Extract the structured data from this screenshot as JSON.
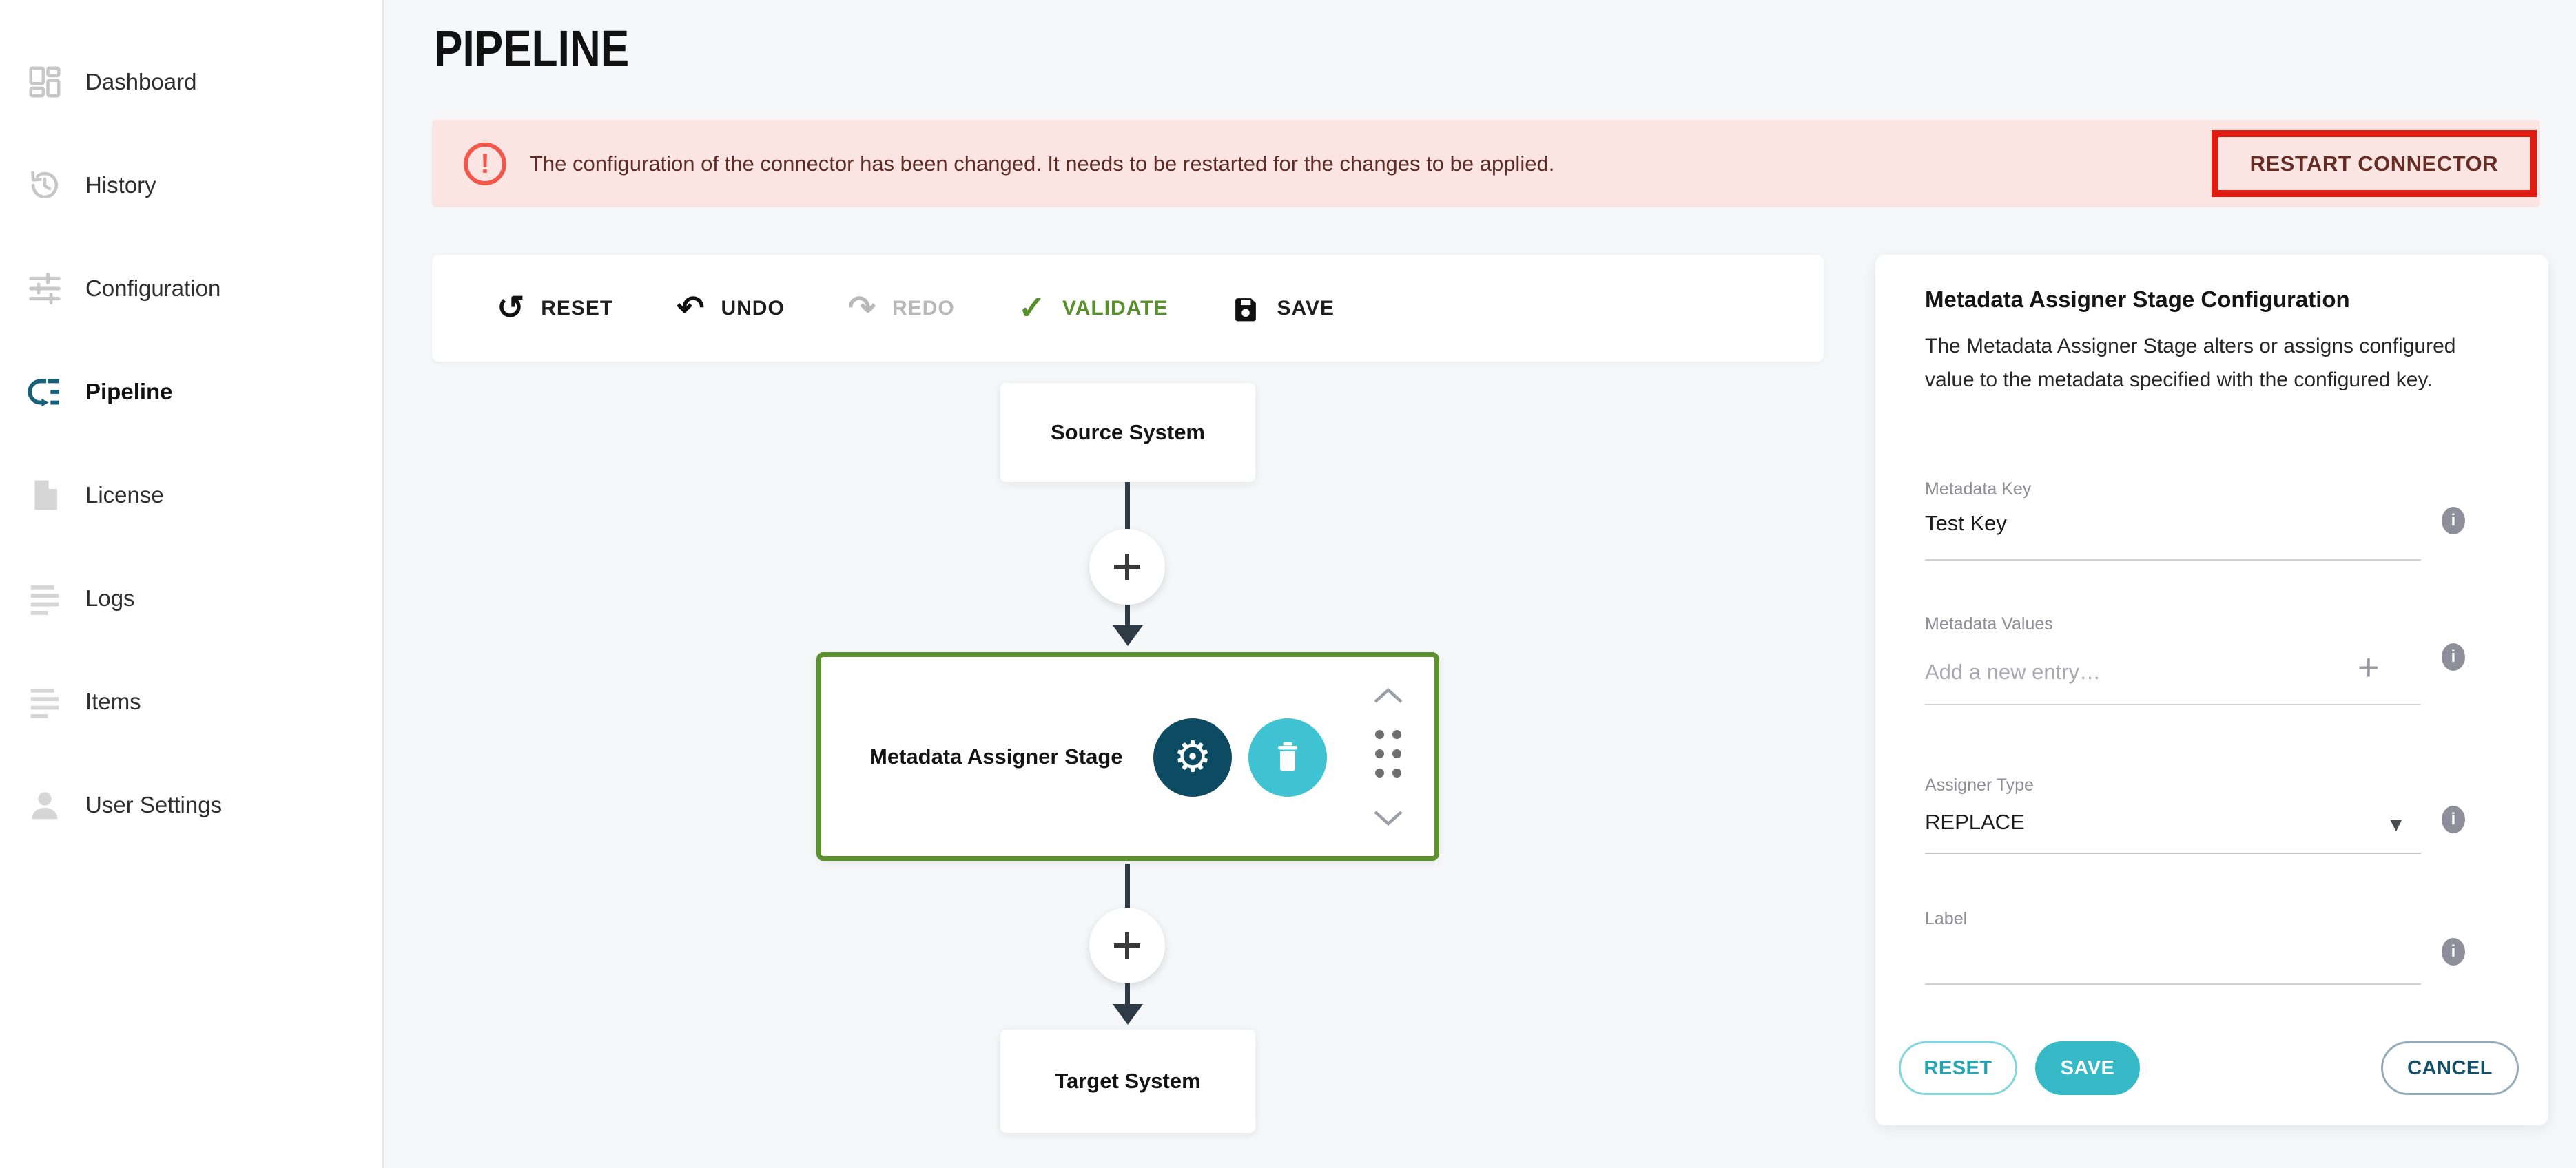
{
  "app": {
    "title": "PIPELINE"
  },
  "sidebar": {
    "items": [
      {
        "label": "Dashboard",
        "icon": "dashboard-icon",
        "active": false
      },
      {
        "label": "History",
        "icon": "history-icon",
        "active": false
      },
      {
        "label": "Configuration",
        "icon": "configuration-icon",
        "active": false
      },
      {
        "label": "Pipeline",
        "icon": "pipeline-icon",
        "active": true
      },
      {
        "label": "License",
        "icon": "license-icon",
        "active": false
      },
      {
        "label": "Logs",
        "icon": "logs-icon",
        "active": false
      },
      {
        "label": "Items",
        "icon": "items-icon",
        "active": false
      },
      {
        "label": "User Settings",
        "icon": "user-icon",
        "active": false
      }
    ],
    "active_icon_color": "#176079"
  },
  "banner": {
    "icon": "alert-icon",
    "alert_glyph": "!",
    "message": "The configuration of the connector has been changed. It needs to be restarted for the changes to be applied.",
    "action_label": "RESTART CONNECTOR",
    "background": "#fbe5e3",
    "text_color": "#5f2b27",
    "alert_color": "#f4564a",
    "highlight_border_color": "#e11d12"
  },
  "toolbar": {
    "items": [
      {
        "label": "RESET",
        "icon": "↺",
        "state": "enabled"
      },
      {
        "label": "UNDO",
        "icon": "↶",
        "state": "enabled"
      },
      {
        "label": "REDO",
        "icon": "↷",
        "state": "disabled"
      },
      {
        "label": "VALIDATE",
        "icon": "✓",
        "state": "enabled",
        "color": "#57902a"
      },
      {
        "label": "SAVE",
        "icon": "floppy-icon",
        "state": "enabled"
      }
    ]
  },
  "pipeline": {
    "source_label": "Source System",
    "stage_label": "Metadata Assigner Stage",
    "target_label": "Target System",
    "stage_border_color": "#5d9130",
    "gear_button_color": "#0d4b63",
    "gear_glyph": "⚙",
    "trash_button_color": "#3fc3d3",
    "connector_color": "#2e3b46"
  },
  "panel": {
    "title": "Metadata Assigner Stage Configuration",
    "description": "The Metadata Assigner Stage alters or assigns configured value to the metadata specified with the configured key.",
    "info_glyph": "i",
    "metadata_key": {
      "label": "Metadata Key",
      "value": "Test Key"
    },
    "metadata_values": {
      "label": "Metadata Values",
      "placeholder": "Add a new entry…",
      "add_glyph": "+"
    },
    "assigner_type": {
      "label": "Assigner Type",
      "value": "REPLACE",
      "caret_glyph": "▼"
    },
    "label_field": {
      "label": "Label",
      "value": ""
    },
    "buttons": {
      "reset": "RESET",
      "save": "SAVE",
      "cancel": "CANCEL"
    },
    "accent_color": "#35b9c6"
  }
}
